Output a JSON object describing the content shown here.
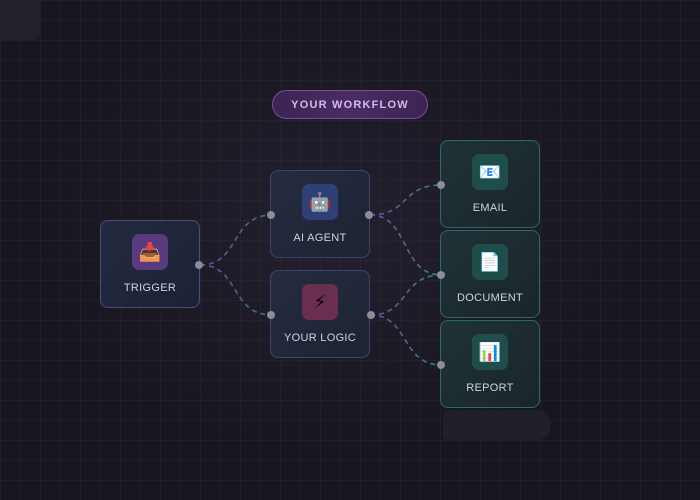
{
  "header": {
    "title": "YOUR WORKFLOW"
  },
  "nodes": {
    "trigger": {
      "label": "TRIGGER",
      "icon": "inbox-tray-icon"
    },
    "ai_agent": {
      "label": "AI AGENT",
      "icon": "robot-icon"
    },
    "logic": {
      "label": "YOUR LOGIC",
      "icon": "lightning-icon"
    },
    "email": {
      "label": "EMAIL",
      "icon": "envelope-icon"
    },
    "document": {
      "label": "DOCUMENT",
      "icon": "document-icon"
    },
    "report": {
      "label": "REPORT",
      "icon": "bar-chart-icon"
    }
  },
  "colors": {
    "background": "#17161e",
    "accent_purple": "#a572d8",
    "accent_teal": "#3a8a82",
    "edge_purple": "#6f4fa0",
    "edge_teal": "#2f7a6f"
  }
}
